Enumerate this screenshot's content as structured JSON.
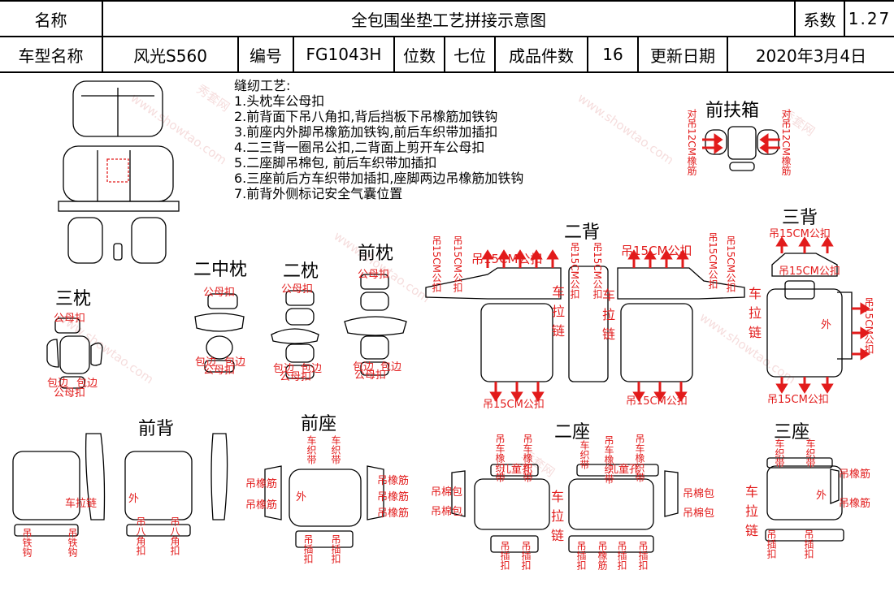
{
  "header": {
    "name_label": "名称",
    "doc_title": "全包围坐垫工艺拼接示意图",
    "coef_label": "系数",
    "coef_value": "1.27",
    "model_label": "车型名称",
    "model_value": "风光S560",
    "code_label": "编号",
    "code_value": "FG1043H",
    "seats_label": "位数",
    "seats_value": "七位",
    "pieces_label": "成品件数",
    "pieces_value": "16",
    "date_label": "更新日期",
    "date_value": "2020年3月4日"
  },
  "notes": {
    "title": "缝纫工艺:",
    "items": [
      "1.头枕车公母扣",
      "2.前背面下吊八角扣,背后挡板下吊橡筋加铁钩",
      "3.前座内外脚吊橡筋加铁钩,前后车织带加插扣",
      "4.二三背一圈吊公扣,二背面上剪开车公母扣",
      "5.二座脚吊棉包, 前后车织带加插扣",
      "6.三座前后方车织带加插扣,座脚两边吊橡筋加铁钩",
      "7.前背外侧标记安全气囊位置"
    ]
  },
  "sections": {
    "armrest": "前扶箱",
    "third_head": "三枕",
    "second_mid_head": "二中枕",
    "second_head": "二枕",
    "front_head": "前枕",
    "second_back": "二背",
    "third_back": "三背",
    "front_back": "前背",
    "front_seat": "前座",
    "second_seat": "二座",
    "third_seat": "三座"
  },
  "labels": {
    "male_female_buckle": "公母扣",
    "edge_wrap": "包边",
    "armrest_side": "对吊12CM橡筋",
    "hang_15cm_buckle": "吊15CM公扣",
    "zipper": "车拉链",
    "outer": "外",
    "hang_octagon": "吊八角扣",
    "hang_hook": "吊铁钩",
    "strap": "车织带",
    "hang_rubber": "吊橡筋",
    "hang_cotton": "吊棉包",
    "hang_strap": "吊车橡织带",
    "child_hole": "儿童孔",
    "hang_insert": "吊插扣",
    "hang_rubber_v": "吊橡筋"
  },
  "watermark": {
    "site": "www.showtao.com",
    "brand": "秀套网"
  }
}
